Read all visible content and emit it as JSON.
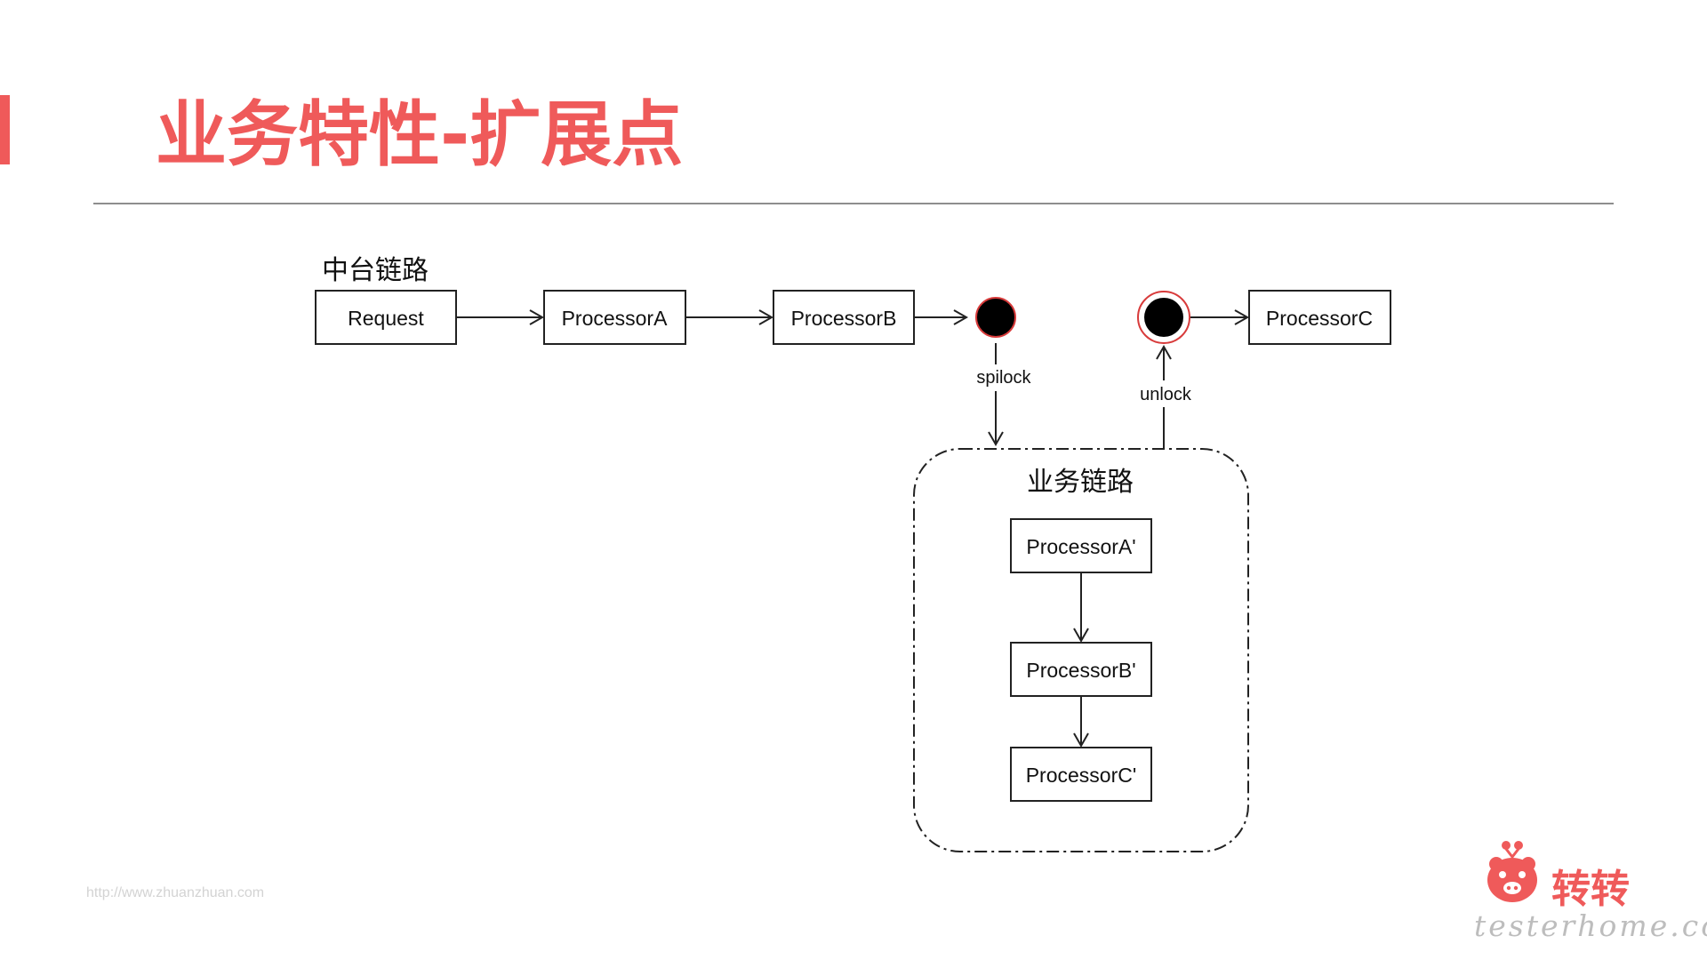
{
  "title": "业务特性-扩展点",
  "footer_url": "http://www.zhuanzhuan.com",
  "brand": {
    "name": "转转",
    "watermark": "testerhome.com"
  },
  "colors": {
    "accent": "#ef5a5a",
    "stroke": "#222222",
    "divider": "#8e8e8e"
  },
  "diagram": {
    "main_chain": {
      "label": "中台链路",
      "nodes": [
        "Request",
        "ProcessorA",
        "ProcessorB",
        "ProcessorC"
      ]
    },
    "business_chain": {
      "label": "业务链路",
      "nodes": [
        "ProcessorA'",
        "ProcessorB'",
        "ProcessorC'"
      ]
    },
    "edges": {
      "split": "spilock",
      "merge": "unlock"
    }
  }
}
